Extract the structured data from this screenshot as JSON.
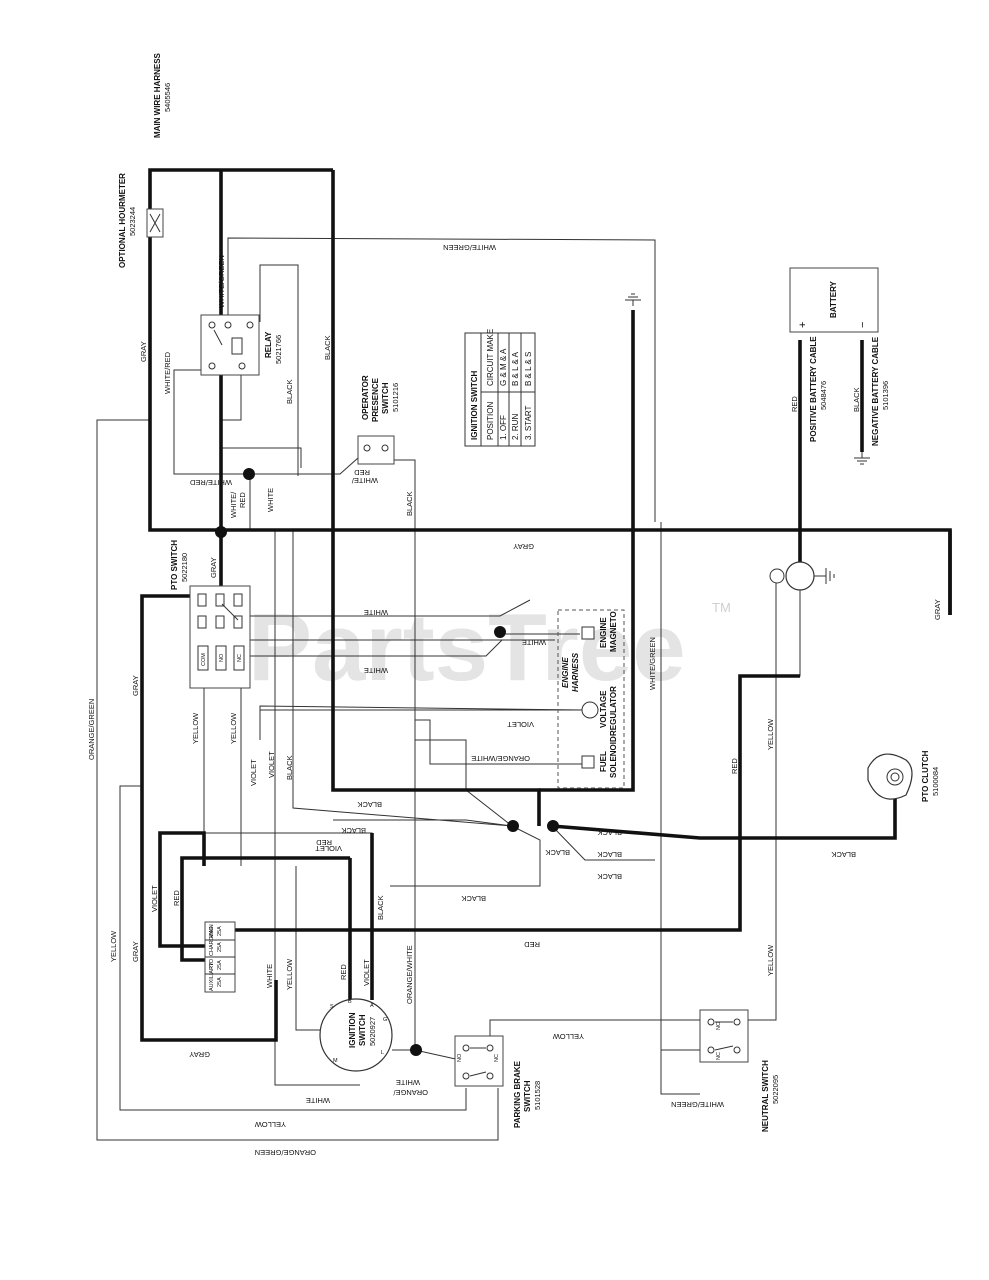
{
  "watermark": "PartsTree",
  "watermark_tm": "TM",
  "components": {
    "main_wire_harness": {
      "name": "MAIN WIRE HARNESS",
      "part": "5405546"
    },
    "hourmeter": {
      "name": "OPTIONAL HOURMETER",
      "part": "5023244"
    },
    "relay": {
      "name": "RELAY",
      "part": "5021766"
    },
    "operator_presence": {
      "name_1": "OPERATOR",
      "name_2": "PRESENCE",
      "name_3": "SWITCH",
      "part": "5101216"
    },
    "battery": {
      "name": "BATTERY",
      "plus": "+",
      "minus": "−"
    },
    "positive_cable": {
      "name": "POSITIVE BATTERY CABLE",
      "part": "5048476"
    },
    "negative_cable": {
      "name": "NEGATIVE BATTERY CABLE",
      "part": "5101396"
    },
    "pto_switch": {
      "name": "PTO SWITCH",
      "part": "5022180",
      "com": "COM",
      "no": "NO",
      "nc": "NC"
    },
    "engine_harness": {
      "name_1": "ENGINE",
      "name_2": "HARNESS"
    },
    "engine_magneto": {
      "name_1": "ENGINE",
      "name_2": "MAGNETO"
    },
    "voltage_regulator": {
      "name_1": "VOLTAGE",
      "name_2": "REGULATOR"
    },
    "fuel_solenoid": {
      "name_1": "FUEL",
      "name_2": "SOLENOID"
    },
    "pto_clutch": {
      "name": "PTO CLUTCH",
      "part": "5100084"
    },
    "ignition_switch": {
      "name_1": "IGNITION",
      "name_2": "SWITCH",
      "part": "5020927",
      "t_s": "S",
      "t_b": "B",
      "t_a": "A",
      "t_g": "G",
      "t_l": "L",
      "t_m": "M"
    },
    "parking_brake": {
      "name_1": "PARKING BRAKE",
      "name_2": "SWITCH",
      "part": "5101528",
      "no": "NO",
      "nc": "NC"
    },
    "neutral_switch": {
      "name": "NEUTRAL SWITCH",
      "part": "5022095",
      "no": "NO",
      "nc": "NC"
    },
    "fuse_block": {
      "main": "MAIN",
      "main_a": "25A",
      "charging": "CHARGING",
      "charging_a": "25A",
      "pto": "PTO",
      "pto_a": "25A",
      "aux": "AUXILIARY",
      "aux_a": "25A"
    }
  },
  "ignition_table": {
    "title": "IGNITION SWITCH",
    "headers": [
      "POSITION",
      "CIRCUIT MAKE"
    ],
    "rows": [
      [
        "1. OFF",
        "G & M & A"
      ],
      [
        "2. RUN",
        "B & L & A"
      ],
      [
        "3. START",
        "B & L & S"
      ]
    ]
  },
  "wire_labels": {
    "gray": "GRAY",
    "black": "BLACK",
    "white": "WHITE",
    "red": "RED",
    "yellow": "YELLOW",
    "violet": "VIOLET",
    "white_green": "WHITE/GREEN",
    "white_red": "WHITE/RED",
    "white_slash": "WHITE/",
    "red_part": "RED",
    "orange_green": "ORANGE/GREEN",
    "orange_white": "ORANGE/WHITE",
    "orange_slash": "ORANGE/"
  }
}
